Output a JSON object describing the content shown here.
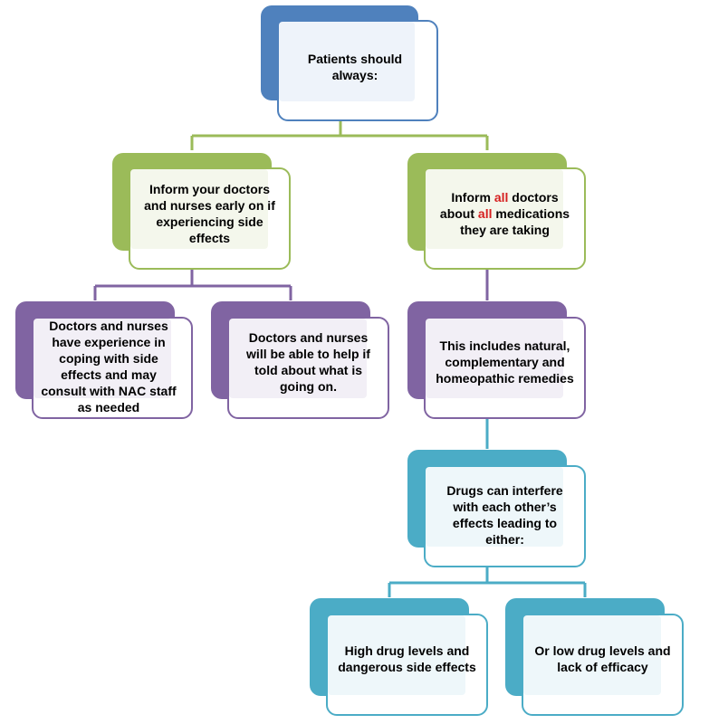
{
  "colors": {
    "blue": "#4f81bd",
    "green": "#9bbb59",
    "purple": "#8064a2",
    "teal": "#4bacc6",
    "highlight": "#d62020"
  },
  "nodes": {
    "root": {
      "text": "Patients should always:"
    },
    "inform_side_effects": {
      "text": "Inform your doctors and nurses early on if experiencing side effects"
    },
    "inform_all": {
      "pre": "Inform ",
      "hl1": "all",
      "mid": " doctors about ",
      "hl2": "all",
      "post": " medications they are taking"
    },
    "experience": {
      "text": "Doctors and nurses have experience in coping with side effects and may consult with NAC staff as needed"
    },
    "able_to_help": {
      "text": "Doctors and nurses will be able to help if told about what is going on."
    },
    "includes_natural": {
      "text": "This includes natural, complementary and homeopathic remedies"
    },
    "drugs_interfere": {
      "text": "Drugs can interfere with each other’s effects leading to either:"
    },
    "high_levels": {
      "text": "High drug levels and dangerous side effects"
    },
    "low_levels": {
      "text": "Or low drug levels and lack of efficacy"
    }
  }
}
